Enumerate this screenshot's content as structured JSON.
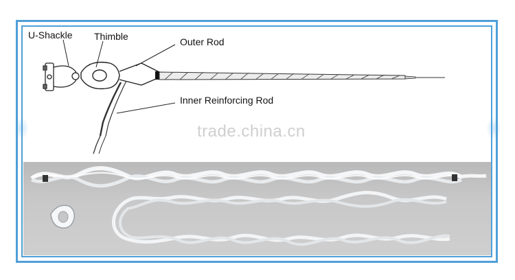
{
  "labels": {
    "u_shackle": "U-Shackle",
    "thimble": "Thimble",
    "outer_rod": "Outer Rod",
    "inner_rod": "Inner Reinforcing Rod"
  },
  "watermark": "trade.china.cn",
  "colors": {
    "frame": "#4f9fd8",
    "photo_background": "#c4c4c4",
    "rod": "#e9ecef",
    "line": "#222222"
  }
}
